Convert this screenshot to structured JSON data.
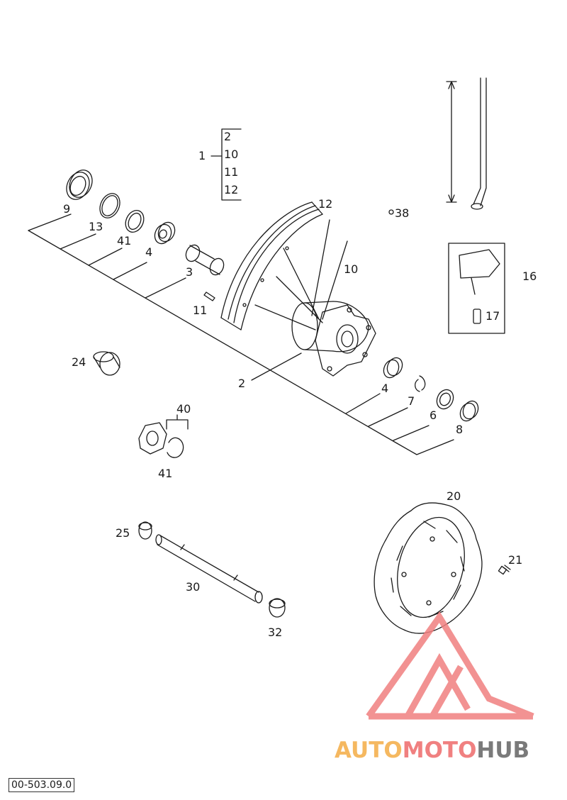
{
  "diagram": {
    "part_labels": {
      "p1": "1",
      "p2_top": "2",
      "p10_top": "10",
      "p11_top": "11",
      "p12_top": "12",
      "p9": "9",
      "p13": "13",
      "p41a": "41",
      "p4a": "4",
      "p3": "3",
      "p11": "11",
      "p12": "12",
      "p10": "10",
      "p38": "38",
      "p16": "16",
      "p17": "17",
      "p24": "24",
      "p2": "2",
      "p4b": "4",
      "p7": "7",
      "p6": "6",
      "p8": "8",
      "p40": "40",
      "p41b": "41",
      "p20": "20",
      "p21": "21",
      "p25": "25",
      "p30": "30",
      "p32": "32"
    },
    "drawing_code": "00-503.09.0"
  },
  "watermark": {
    "brand_part1": "AUTO",
    "brand_part2": "MOTO",
    "brand_part3": "HUB",
    "color_orange": "#f5b860",
    "color_red": "#f08080",
    "color_gray": "#7a7a7a"
  }
}
